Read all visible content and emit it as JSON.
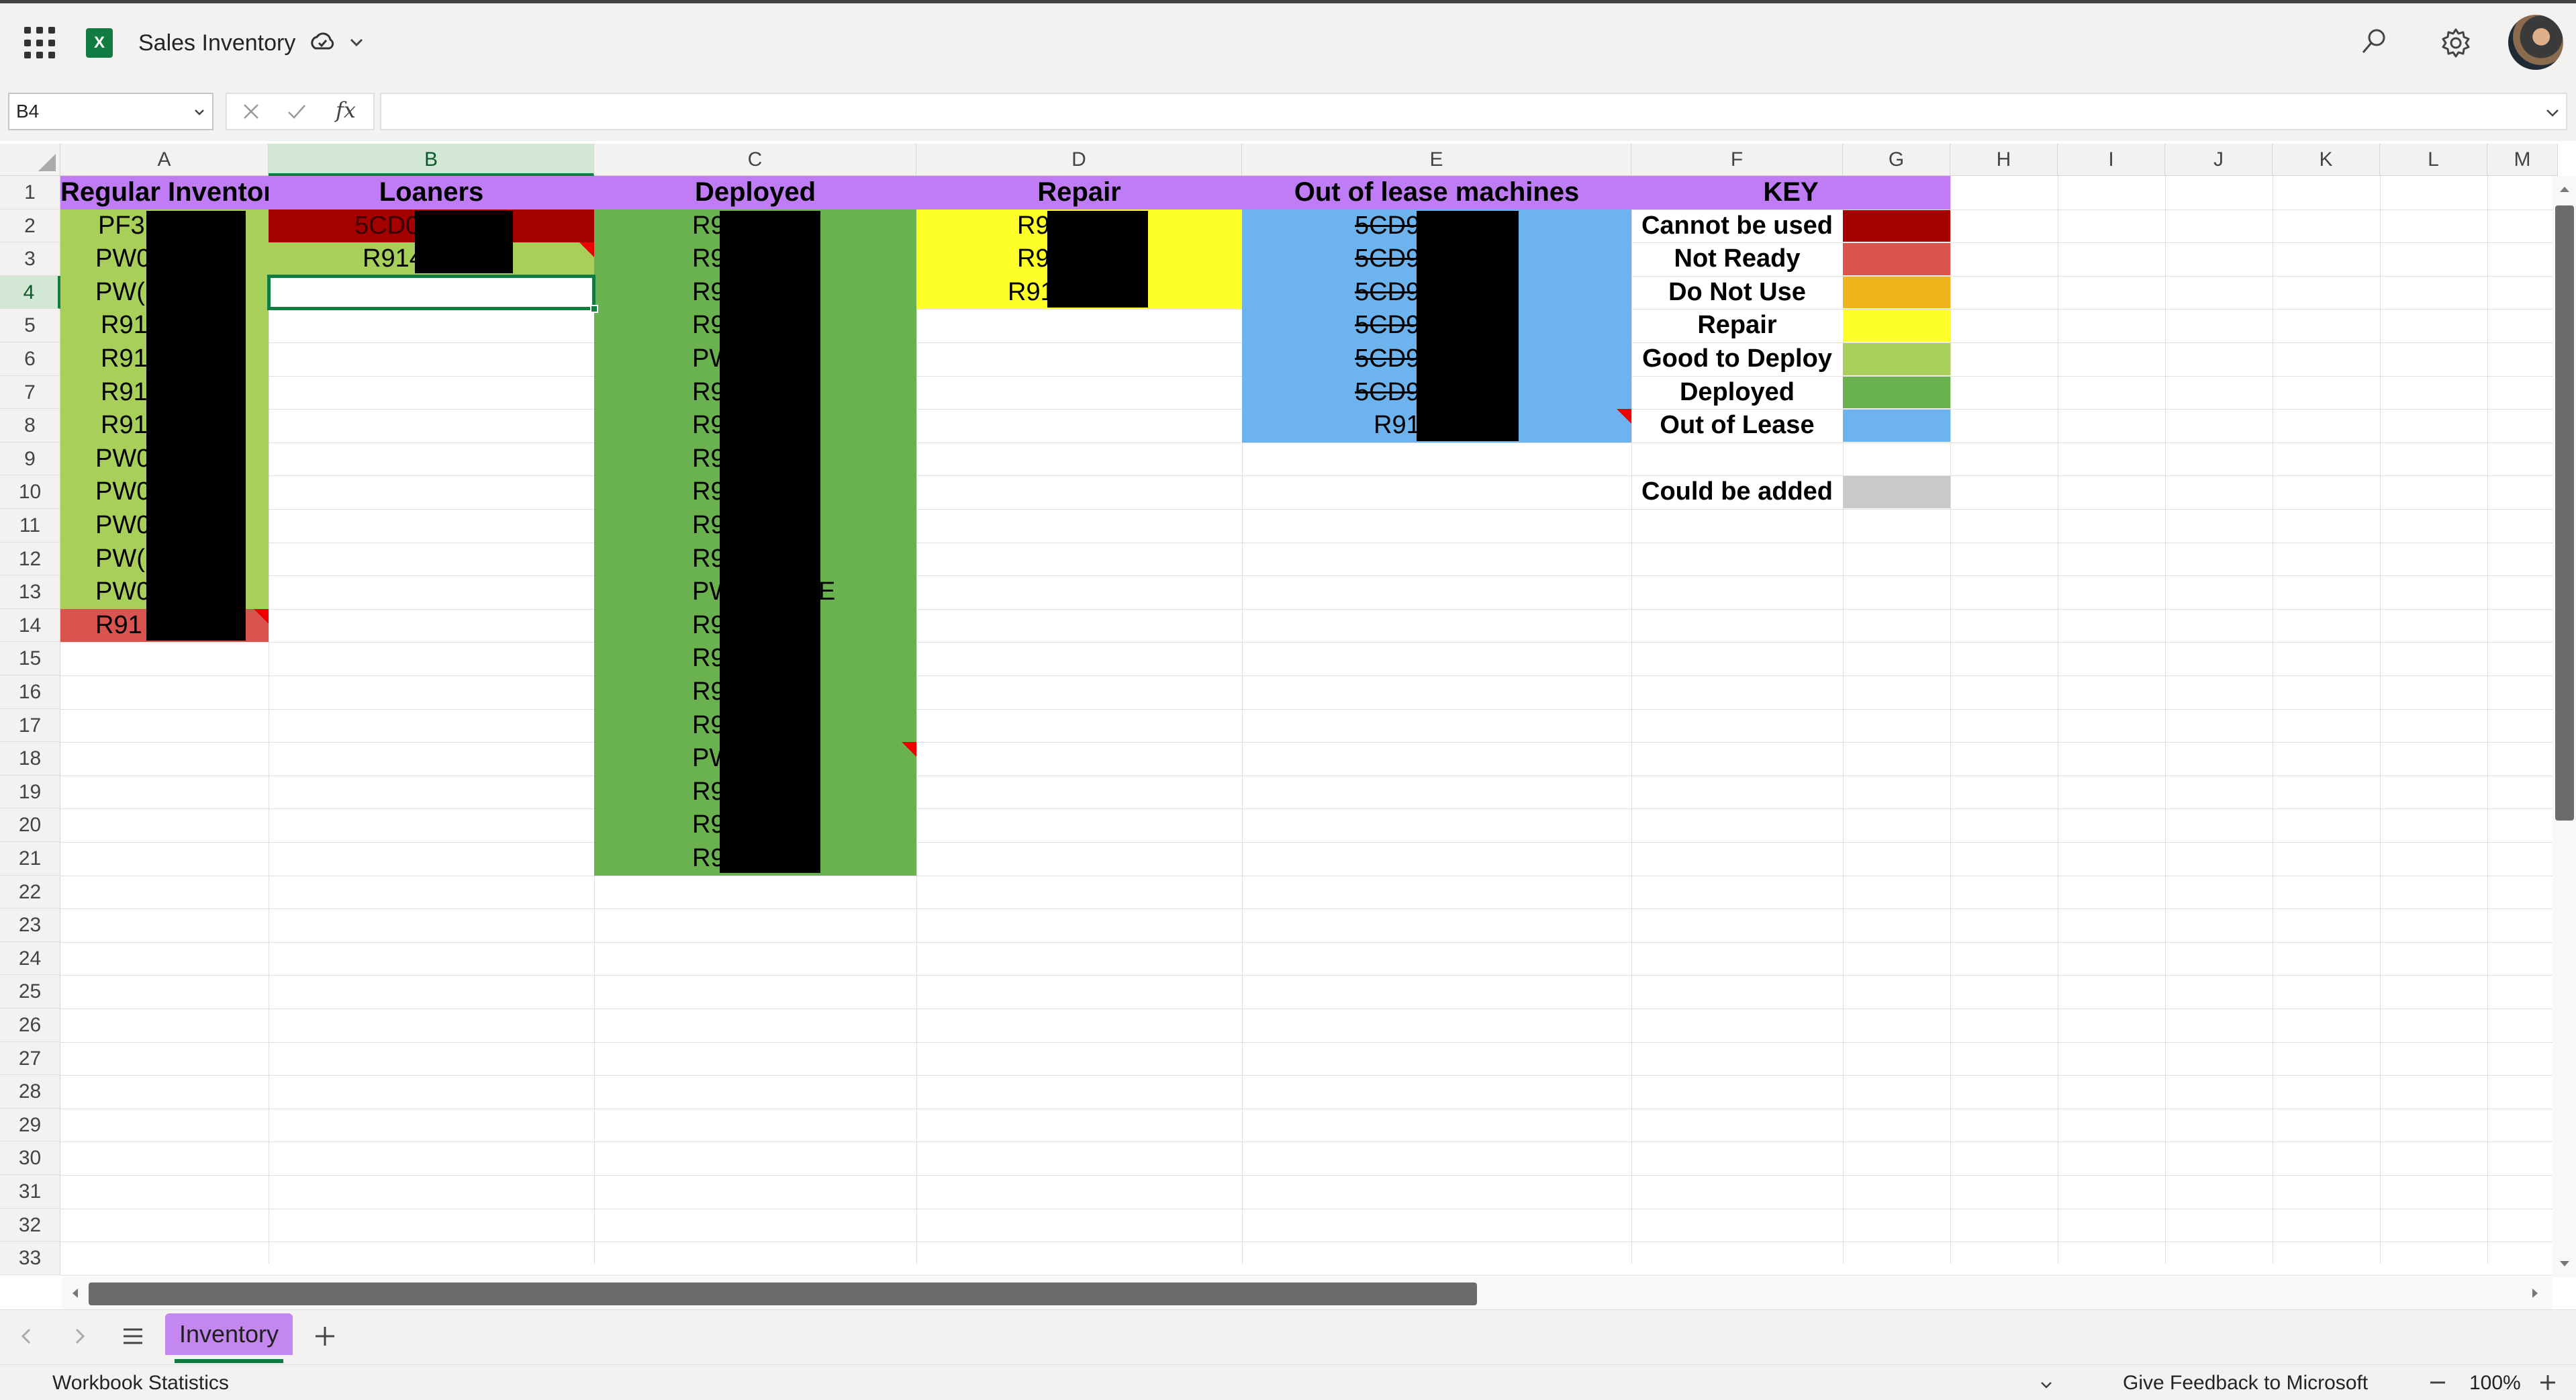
{
  "app": {
    "title": "Sales Inventory",
    "logo_letter": "X"
  },
  "formula_bar": {
    "name_box": "B4",
    "fx_label": "fx",
    "value": ""
  },
  "columns": [
    "A",
    "B",
    "C",
    "D",
    "E",
    "F",
    "G",
    "H",
    "I",
    "J",
    "K",
    "L",
    "M"
  ],
  "rows": [
    "1",
    "2",
    "3",
    "4",
    "5",
    "6",
    "7",
    "8",
    "9",
    "10",
    "11",
    "12",
    "13",
    "14",
    "15",
    "16",
    "17",
    "18",
    "19",
    "20",
    "21",
    "22",
    "23",
    "24",
    "25",
    "26",
    "27",
    "28",
    "29",
    "30",
    "31",
    "32",
    "33"
  ],
  "headers": {
    "regular": "Regular Inventory",
    "loaners": "Loaners",
    "deployed": "Deployed",
    "repair": "Repair",
    "out_of_lease": "Out of lease machines",
    "key": "KEY"
  },
  "cells": {
    "regular": [
      "PF3",
      "PW0",
      "PW(",
      "R91",
      "R91",
      "R91",
      "R91",
      "PW0",
      "PW0",
      "PW0",
      "PW(",
      "PW0",
      "R91"
    ],
    "loaners": [
      "5CD0",
      "R914"
    ],
    "deployed": [
      "R9",
      "R9",
      "R9",
      "R9",
      "PW",
      "R9",
      "R9",
      "R9",
      "R9",
      "R9",
      "R9",
      "PW",
      "R9",
      "R9",
      "R9",
      "R9",
      "PW",
      "R9",
      "R9",
      "R9"
    ],
    "deployed_trails": {
      "r10": "[",
      "r13": "E"
    },
    "repair": [
      "R9",
      "R9",
      "R91"
    ],
    "out_of_lease": [
      "5CD9",
      "5CD9",
      "5CD9",
      "5CD9",
      "5CD9",
      "5CD9",
      "R91"
    ]
  },
  "key": [
    {
      "label": "Cannot be used",
      "color": "#a50000"
    },
    {
      "label": "Not Ready",
      "color": "#d9534f"
    },
    {
      "label": "Do Not Use",
      "color": "#f0b41c"
    },
    {
      "label": "Repair",
      "color": "#ffff29"
    },
    {
      "label": "Good to Deploy",
      "color": "#a7cf5a"
    },
    {
      "label": "Deployed",
      "color": "#6ab150"
    },
    {
      "label": "Out of Lease",
      "color": "#6db3ee"
    },
    {
      "label": "Could be added",
      "color": "#c9c9c9"
    }
  ],
  "colors": {
    "header_purple": "#bf7cf5",
    "excel_green": "#107c41",
    "selected_header": "#d2e8d4"
  },
  "sheet_tabs": {
    "active": "Inventory"
  },
  "status_bar": {
    "workbook_stats": "Workbook Statistics",
    "feedback": "Give Feedback to Microsoft",
    "zoom": "100%"
  },
  "icons": [
    "waffle-icon",
    "excel-logo-icon",
    "autosave-icon",
    "chevron-down-icon",
    "search-icon",
    "gear-icon",
    "avatar",
    "cancel-icon",
    "check-icon",
    "fx-icon",
    "plus-icon",
    "sheet-list-icon"
  ]
}
